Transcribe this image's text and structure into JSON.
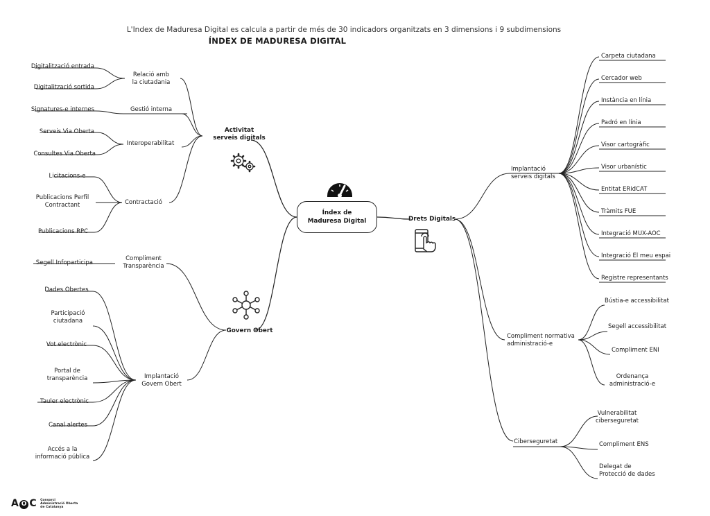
{
  "header": {
    "subtitle": "L'Index de Maduresa Digital es calcula a partir de més de 30 indicadors organitzats en 3 dimensions i 9 subdimensions",
    "title": "ÍNDEX DE MADURESA DIGITAL"
  },
  "center": {
    "label": "Índex de\nMaduresa Digital",
    "icon": "gauge-icon"
  },
  "dimensions": {
    "activitat": {
      "label": "Activitat\nserveis digitals",
      "icon": "gears-icon",
      "subdimensions": {
        "relacio": {
          "label": "Relació amb\nla ciutadania",
          "items": [
            "Digitalització entrada",
            "Digitalització sortida"
          ]
        },
        "gestio": {
          "label": "Gestió interna",
          "items": [
            "Signatures-e internes"
          ]
        },
        "interop": {
          "label": "Interoperabilitat",
          "items": [
            "Serveis Via Oberta",
            "Consultes Via Oberta"
          ]
        },
        "contractacio": {
          "label": "Contractació",
          "items": [
            "Licitacions-e",
            "Publicacions Perfil\nContractant",
            "Publicacions RPC"
          ]
        }
      }
    },
    "govern": {
      "label": "Govern Obert",
      "icon": "network-icon",
      "subdimensions": {
        "transparencia": {
          "label": "Compliment\nTransparència",
          "items": [
            "Segell Infoparticipa"
          ]
        },
        "implantacio_go": {
          "label": "Implantació\nGovern Obert",
          "items": [
            "Dades Obertes",
            "Participació\nciutadana",
            "Vot electrònic",
            "Portal de\ntransparència",
            "Tauler electrònic",
            "Canal alertes",
            "Accés a la\ninformació pública"
          ]
        }
      }
    },
    "drets": {
      "label": "Drets Digitals",
      "icon": "touch-phone-icon",
      "subdimensions": {
        "implantacio_sd": {
          "label": "Implantació\nserveis digitals",
          "items": [
            "Carpeta ciutadana",
            "Cercador web",
            "Instància en línia",
            "Padró en línia",
            "Visor cartogràfic",
            "Visor urbanístic",
            "Entitat ERidCAT",
            "Tràmits FUE",
            "Integració MUX-AOC",
            "Integració El meu espai",
            "Registre representants"
          ]
        },
        "normativa": {
          "label": "Compliment normativa\nadministració-e",
          "items": [
            "Bústia-e accessibilitat",
            "Segell accessibilitat",
            "Compliment ENI",
            "Ordenança\nadministració-e"
          ]
        },
        "ciber": {
          "label": "Ciberseguretat",
          "items": [
            "Vulnerabilitat\nciberseguretat",
            "Compliment ENS",
            "Delegat de\nProtecció de dades"
          ]
        }
      }
    }
  },
  "logo": {
    "mark_a": "A",
    "mark_o": "O",
    "mark_c": "C",
    "text": "Consorci\nAdministració Oberta\nde Catalunya"
  }
}
